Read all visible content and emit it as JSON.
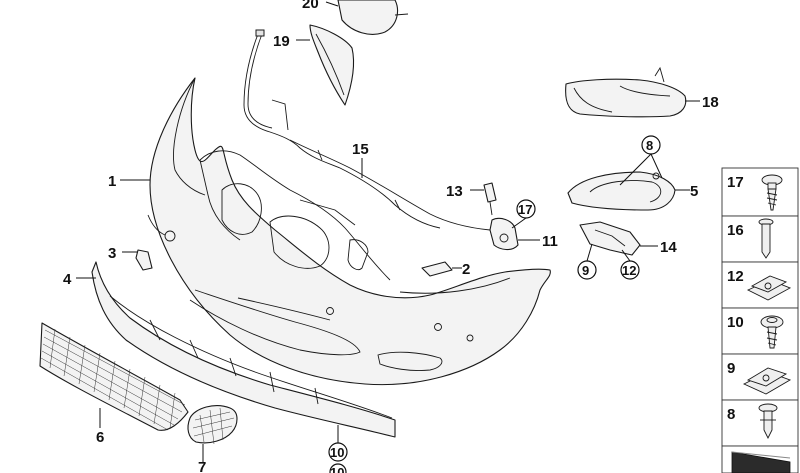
{
  "callouts": {
    "c1": "1",
    "c2": "2",
    "c3": "3",
    "c4": "4",
    "c5": "5",
    "c6": "6",
    "c7": "7",
    "c8": "8",
    "c9": "9",
    "c10": "10",
    "c11": "11",
    "c12": "12",
    "c13": "13",
    "c14": "14",
    "c15": "15",
    "c17": "17",
    "c18": "18",
    "c19": "19",
    "c20": "20",
    "c10b": "10"
  },
  "hardware_panel": {
    "items": [
      "17",
      "16",
      "12",
      "10",
      "9",
      "8"
    ]
  }
}
